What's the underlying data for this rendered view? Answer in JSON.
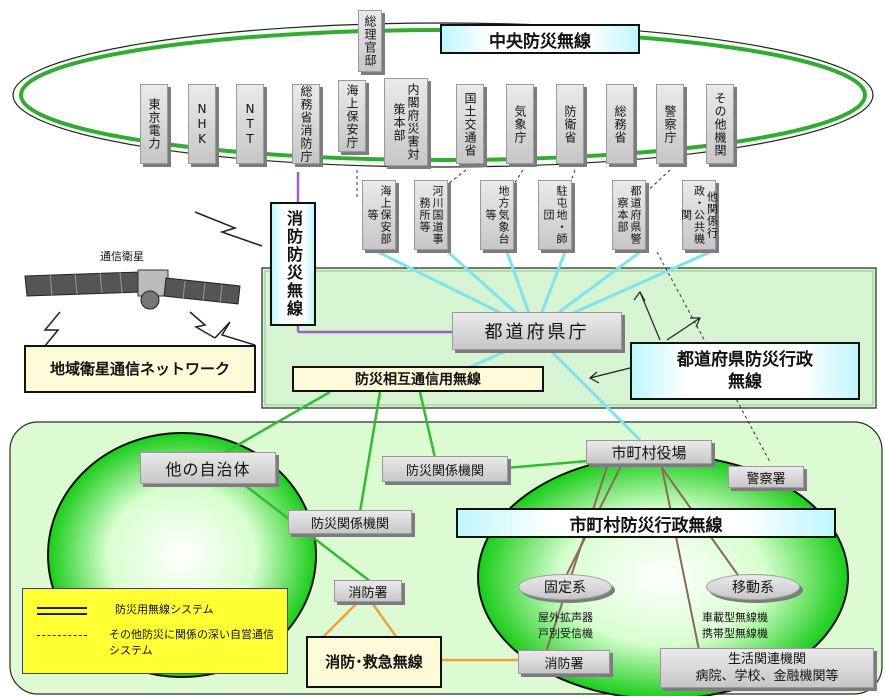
{
  "title": "中央防災無線",
  "top_box": "総理官邸",
  "central_agencies": [
    "東京電力",
    "NHK",
    "NTT",
    "総務省消防庁",
    "海上保安庁",
    "内閣府災害対策本部",
    "国土交通省",
    "気象庁",
    "防衛省",
    "総務省",
    "警察庁",
    "その他機関"
  ],
  "regional_agencies": [
    "海上保安部等",
    "河川国道事務所等",
    "地方気象台等",
    "駐屯地・師団",
    "都道府県警察本部",
    "他関係行政・公共機関"
  ],
  "fire_radio": "消防防災無線",
  "satellite_label": "通信衛星",
  "satellite_network": "地域衛星通信ネットワーク",
  "prefecture_office": "都道府県庁",
  "prefecture_radio": "都道府県防災行政無線",
  "mutual_radio": "防災相互通信用無線",
  "other_municipality": "他の自治体",
  "disaster_agency_1": "防災関係機関",
  "disaster_agency_2": "防災関係機関",
  "city_hall": "市町村役場",
  "police_station": "警察署",
  "municipal_radio": "市町村防災行政無線",
  "fire_station_1": "消防署",
  "fire_station_2": "消防署",
  "fixed_system": "固定系",
  "mobile_system": "移動系",
  "fixed_devices": [
    "屋外拡声器",
    "戸別受信機"
  ],
  "mobile_devices": [
    "車載型無線機",
    "携帯型無線機"
  ],
  "life_agencies": [
    "生活関連機関",
    "病院、学校、金融機関等"
  ],
  "fire_rescue_radio": "消防･救急無線",
  "legend": {
    "item1": "防災用無線システム",
    "item2": "その他防災に関係の深い自営通信システム"
  },
  "colors": {
    "cyan_line": "#7fe3ec",
    "purple_line": "#a060c0",
    "green_line": "#33bb33",
    "brown_line": "#8a6a5a",
    "orange_line": "#f0a040"
  }
}
